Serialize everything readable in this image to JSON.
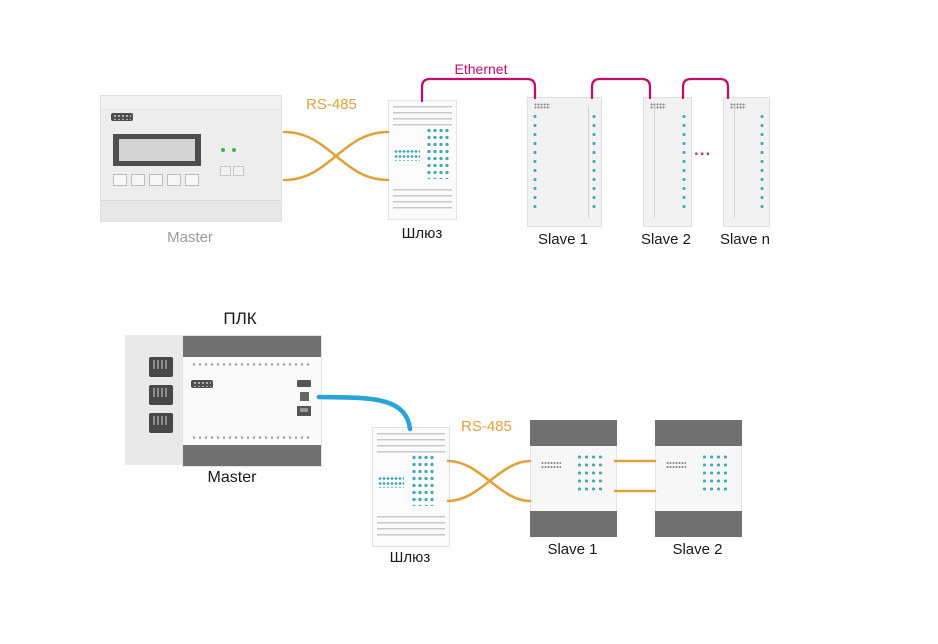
{
  "top_diagram": {
    "master_label": "Master",
    "gateway_label": "Шлюз",
    "rs485_label": "RS-485",
    "ethernet_label": "Ethernet",
    "slave1_label": "Slave 1",
    "slave2_label": "Slave 2",
    "slave_n_label": "Slave n",
    "ellipsis": "..."
  },
  "bottom_diagram": {
    "plc_label": "ПЛК",
    "master_label": "Master",
    "gateway_label": "Шлюз",
    "rs485_label": "RS-485",
    "slave1_label": "Slave 1",
    "slave2_label": "Slave 2"
  },
  "colors": {
    "rs485_wire": "#E0A23C",
    "ethernet_wire": "#C50A6E",
    "plc_cable": "#29A3DB",
    "indicator_teal": "#44ACB8",
    "rail_gray": "#707070",
    "ellipsis_red": "#C23B55",
    "master_gray_text": "#9C9C9C"
  }
}
